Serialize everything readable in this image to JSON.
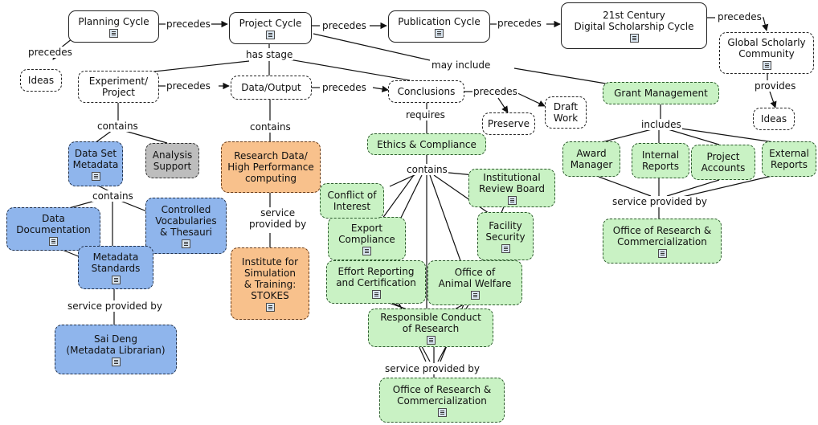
{
  "nodes": {
    "planning_cycle": "Planning Cycle",
    "project_cycle": "Project Cycle",
    "publication_cycle": "Publication Cycle",
    "digital_cycle": "21st Century\nDigital Scholarship Cycle",
    "global_community": "Global Scholarly\nCommunity",
    "ideas_left": "Ideas",
    "ideas_right": "Ideas",
    "experiment_project": "Experiment/\nProject",
    "data_output": "Data/Output",
    "conclusions": "Conclusions",
    "preserve": "Preserve",
    "draft_work": "Draft\nWork",
    "grant_management": "Grant Management",
    "data_set_metadata": "Data Set\nMetadata",
    "analysis_support": "Analysis\nSupport",
    "research_data": "Research Data/\nHigh Performance\ncomputing",
    "ethics_compliance": "Ethics & Compliance",
    "award_manager": "Award\nManager",
    "internal_reports": "Internal\nReports",
    "project_accounts": "Project\nAccounts",
    "external_reports": "External\nReports",
    "data_documentation": "Data\nDocumentation",
    "controlled_vocab": "Controlled\nVocabularies\n& Thesauri",
    "conflict_interest": "Conflict of\nInterest",
    "institutional_review": "Institutional\nReview Board",
    "export_compliance": "Export\nCompliance",
    "facility_security": "Facility\nSecurity",
    "metadata_standards": "Metadata\nStandards",
    "institute_simulation": "Institute for\nSimulation\n& Training:\nSTOKES",
    "effort_reporting": "Effort Reporting\nand Certification",
    "animal_welfare": "Office of\nAnimal Welfare",
    "office_research_right": "Office of Research &\nCommercialization",
    "sai_deng": "Sai Deng\n(Metadata Librarian)",
    "responsible_conduct": "Responsible Conduct\nof Research",
    "office_research_bottom": "Office of Research &\nCommercialization"
  },
  "labels": {
    "precedes_1": "precedes",
    "precedes_2": "precedes",
    "precedes_3": "precedes",
    "precedes_4": "precedes",
    "precedes_5": "precedes",
    "precedes_6": "precedes",
    "precedes_7": "precedes",
    "precedes_8": "precedes",
    "has_stage": "has stage",
    "may_include": "may include",
    "provides": "provides",
    "contains_1": "contains",
    "contains_2": "contains",
    "contains_3": "contains",
    "contains_4": "contains",
    "requires": "requires",
    "includes": "includes",
    "service_provided_by_1": "service\nprovided by",
    "service_provided_by_2": "service provided by",
    "service_provided_by_3": "service provided by",
    "service_provided_by_4": "service provided by"
  },
  "icon_name": "document-icon"
}
